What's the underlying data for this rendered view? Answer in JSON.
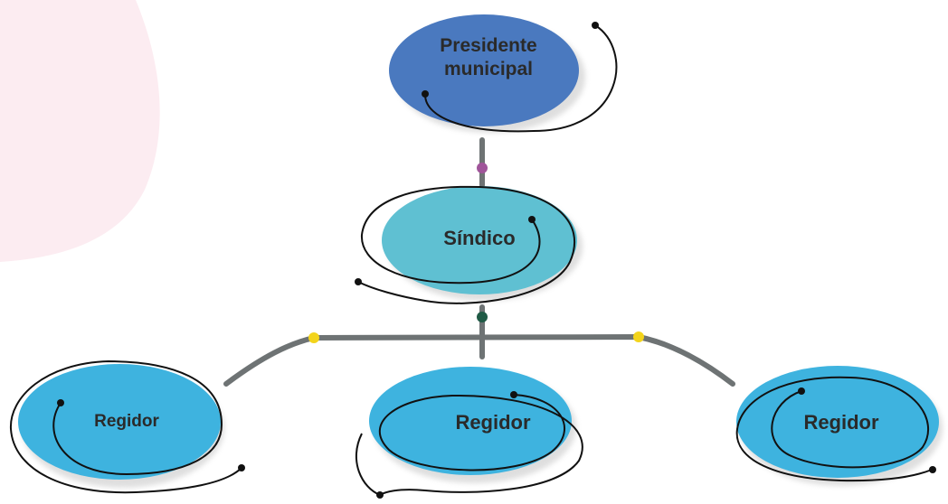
{
  "nodes": {
    "presidente": {
      "label": "Presidente\nmunicipal"
    },
    "sindico": {
      "label": "Síndico"
    },
    "regidor_left": {
      "label": "Regidor"
    },
    "regidor_center": {
      "label": "Regidor"
    },
    "regidor_right": {
      "label": "Regidor"
    }
  },
  "colors": {
    "presidente_fill": "#4a79bf",
    "sindico_fill": "#5fc0d2",
    "regidor_fill": "#3eb3df",
    "connector": "#6e7374",
    "dot_magenta": "#a0559a",
    "dot_green": "#1f5a45",
    "dot_yellow": "#f3d41c",
    "background_blob": "#fcecf1"
  }
}
